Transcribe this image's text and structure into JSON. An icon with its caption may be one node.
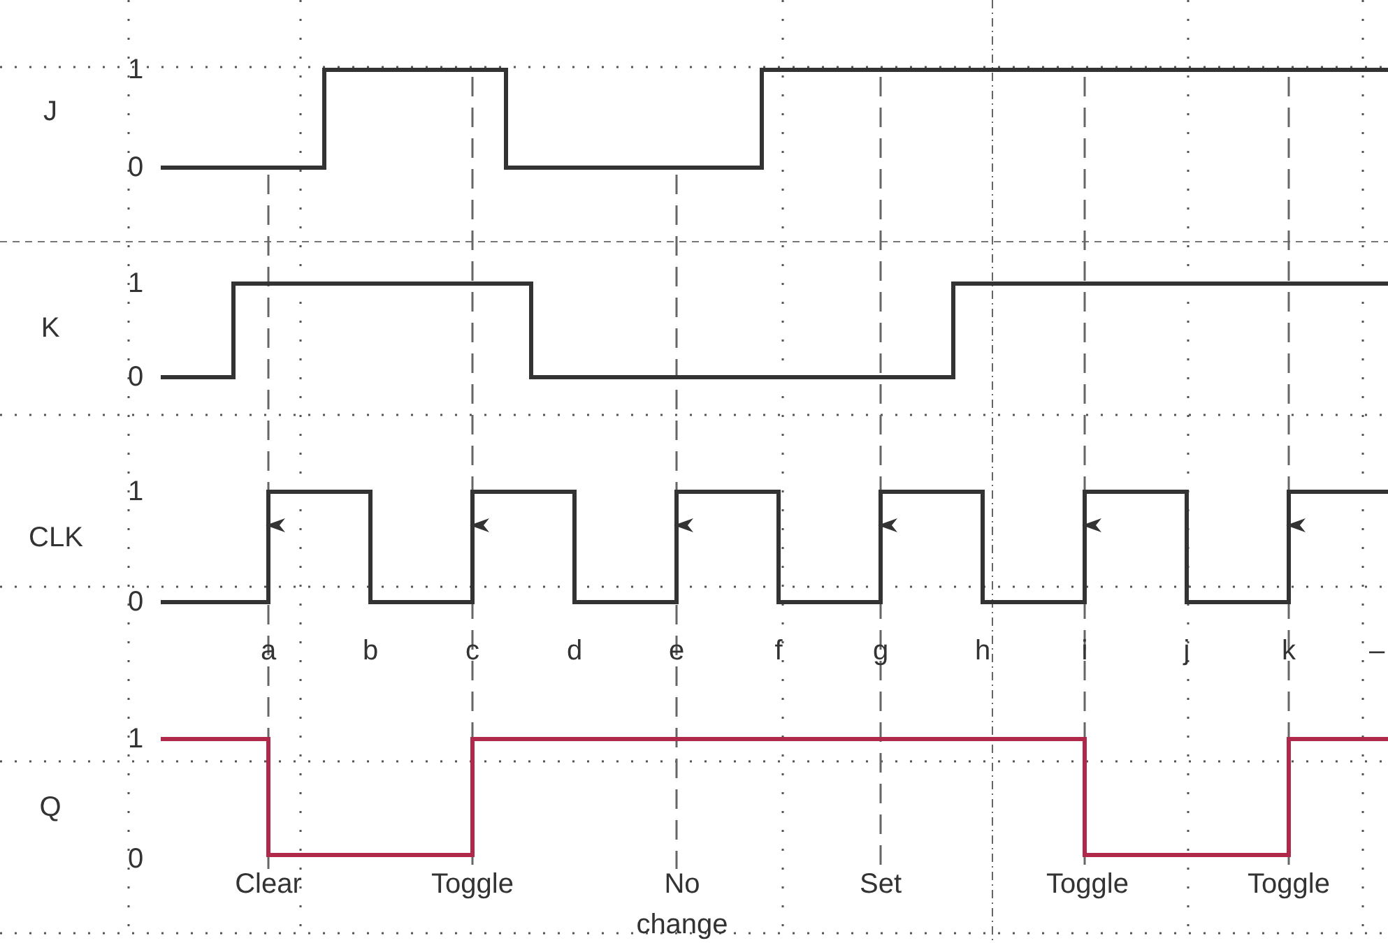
{
  "diagram": {
    "labels": [
      "1",
      "J",
      "0",
      "1",
      "K",
      "0",
      "1",
      "CLK",
      "0",
      "a",
      "b",
      "c",
      "d",
      "e",
      "f",
      "g",
      "h",
      "i",
      "j",
      "k",
      "–",
      "1",
      "Q",
      "0",
      "Clear",
      "Toggle",
      "No change",
      "Set",
      "Toggle",
      "Toggle"
    ]
  }
}
